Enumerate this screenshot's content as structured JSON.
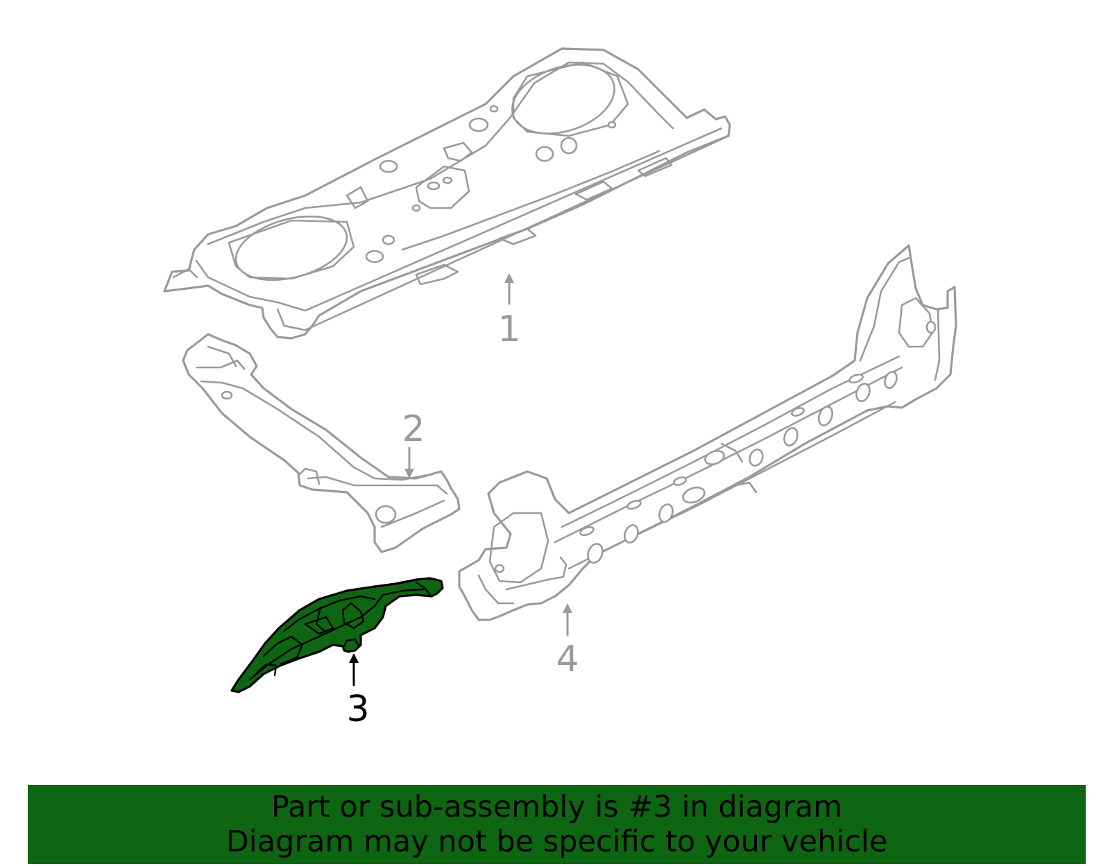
{
  "colors": {
    "highlight": "#0f6612",
    "banner": "#0f6612",
    "line": "#9a9a9a",
    "active_line": "#000000"
  },
  "callouts": {
    "c1": "1",
    "c2": "2",
    "c3": "3",
    "c4": "4"
  },
  "highlighted_part": "3",
  "banner": {
    "line1": "Part or sub-assembly is #3 in diagram",
    "line2": "Diagram may not be specific to your vehicle"
  }
}
